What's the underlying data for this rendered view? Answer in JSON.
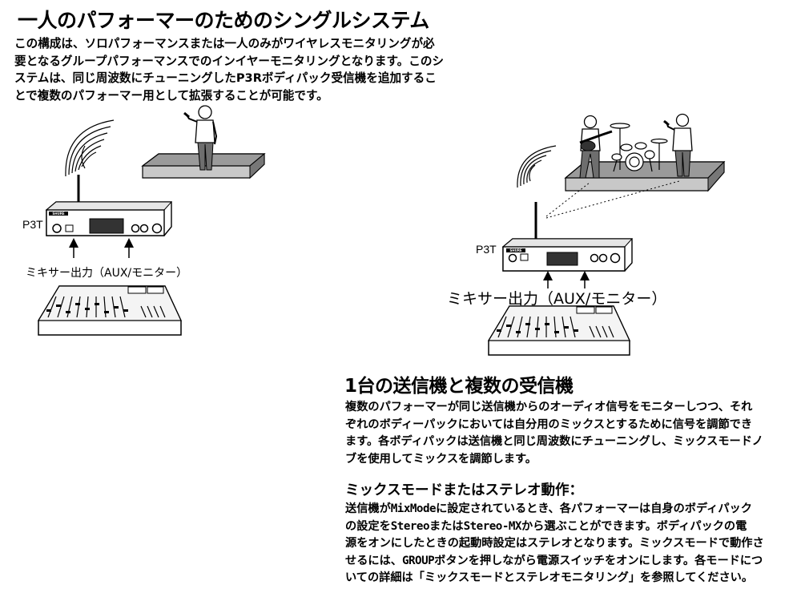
{
  "title": "一人のパフォーマーのためのシングルシステム",
  "intro_lines": [
    "この構成は、ソロパフォーマンスまたは一人のみがワイヤレスモニタリングが必",
    "要となるグループパフォーマンスでのインイヤーモニタリングとなります。このシ",
    "ステムは、同じ周波数にチューニングしたP3Rボディパック受信機を追加するこ",
    "とで複数のパフォーマー用として拡張することが可能です。"
  ],
  "diagram_left": {
    "device_label": "P3T",
    "mixer_label": "ミキサー出力（AUX/モニター）"
  },
  "diagram_right": {
    "device_label": "P3T",
    "mixer_label": "ミキサー出力（AUX/モニター）"
  },
  "brand_mark": "SHURE",
  "section2": {
    "heading": "1台の送信機と複数の受信機",
    "lines": [
      "複数のパフォーマーが同じ送信機からのオーディオ信号をモニターしつつ、それ",
      "ぞれのボディーパックにおいては自分用のミックスとするために信号を調節でき",
      "ます。各ボディパックは送信機と同じ周波数にチューニングし、ミックスモードノ",
      "ブを使用してミックスを調節します。"
    ]
  },
  "section3": {
    "heading": "ミックスモードまたはステレオ動作：",
    "line1": {
      "a": "送信機が",
      "code1": "MixMode",
      "b": "に設定されているとき、各パフォーマーは自身のボディパック"
    },
    "line2": {
      "a": "の設定を",
      "code1": "Stereo",
      "b": "または",
      "code2": "Stereo-MX",
      "c": "から選ぶことができます。ボディパックの電"
    },
    "line3": "源をオンにしたときの起動時設定はステレオとなります。ミックスモードで動作さ",
    "line4": {
      "a": "せるには、",
      "code1": "GROUP",
      "b": "ボタンを押しながら電源スイッチをオンにします。各モードにつ"
    },
    "line5": "いての詳細は「ミックスモードとステレオモニタリング」を参照してください。"
  }
}
